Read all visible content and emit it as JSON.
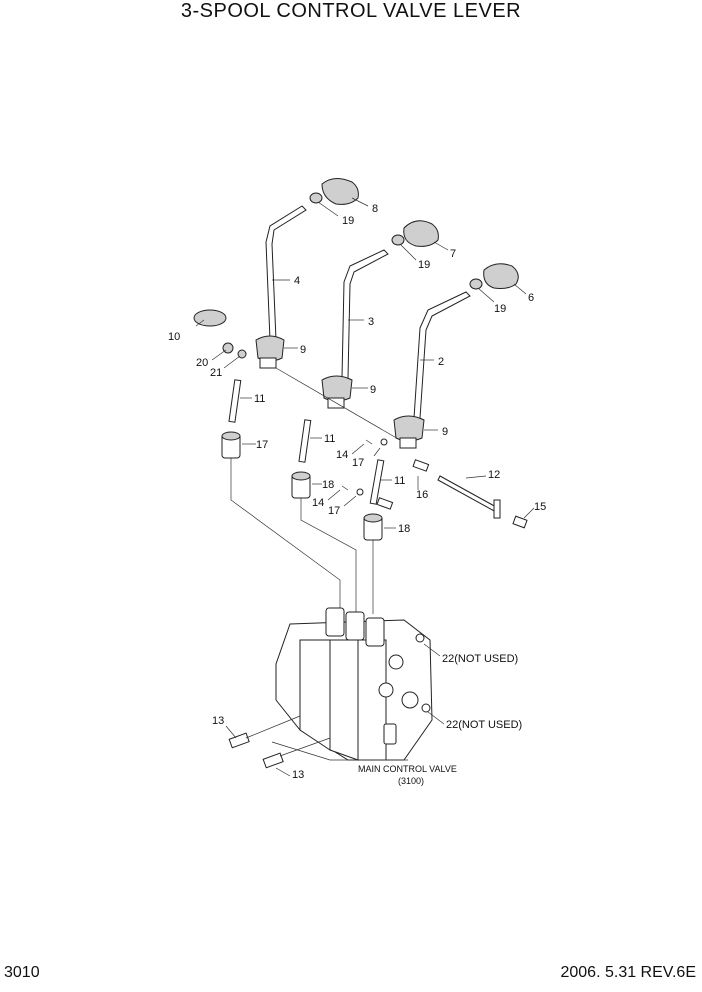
{
  "title": "3-SPOOL CONTROL VALVE LEVER",
  "page_number": "3010",
  "revision": "2006. 5.31  REV.6E",
  "callouts": [
    "2",
    "3",
    "4",
    "6",
    "7",
    "8",
    "9",
    "9",
    "9",
    "10",
    "11",
    "11",
    "11",
    "12",
    "13",
    "13",
    "14",
    "14",
    "15",
    "16",
    "17",
    "17",
    "17",
    "18",
    "18",
    "19",
    "19",
    "19",
    "20",
    "21",
    "22(NOT USED)",
    "22(NOT USED)"
  ],
  "main_valve": {
    "name": "MAIN CONTROL VALVE",
    "code": "(3100)"
  }
}
